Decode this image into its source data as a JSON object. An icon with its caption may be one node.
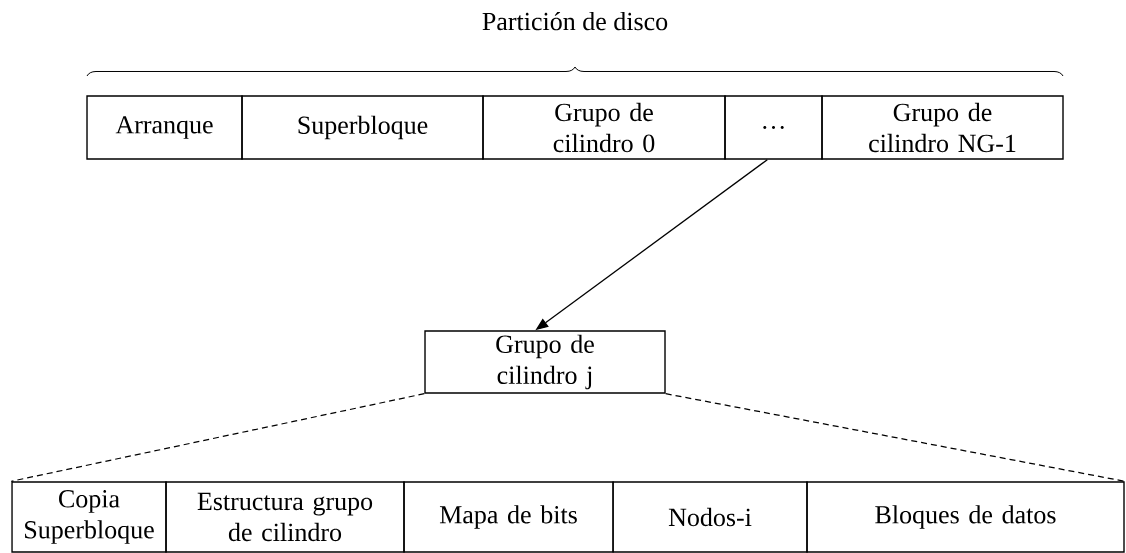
{
  "diagram": {
    "nodes": [
      {
        "text": [
          "Arranque"
        ]
      },
      {
        "text": [
          "Superbloque"
        ]
      },
      {
        "text": [
          "Grupo de cilindro 0"
        ]
      },
      {
        "text": [
          "…"
        ]
      },
      {
        "text": [
          "Grupo de cilindro NG-1"
        ]
      },
      {
        "text": [
          "Grupo de cilindro j"
        ]
      },
      {
        "text": [
          "Copia Superbloque"
        ]
      },
      {
        "text": [
          "Estructura grupo de cilindro"
        ]
      },
      {
        "text": [
          "Mapa de bits"
        ]
      },
      {
        "text": [
          "Nodos-i"
        ]
      },
      {
        "text": [
          "Bloques de datos"
        ]
      }
    ],
    "edges": [
      {
        "from": 3,
        "to": 5,
        "arrow": "to"
      },
      {
        "from": 5,
        "to": 6,
        "arrow": "none",
        "style": "dashed"
      },
      {
        "from": 5,
        "to": 10,
        "arrow": "none",
        "style": "dashed"
      }
    ],
    "labels": [
      "Partición de disco"
    ]
  }
}
